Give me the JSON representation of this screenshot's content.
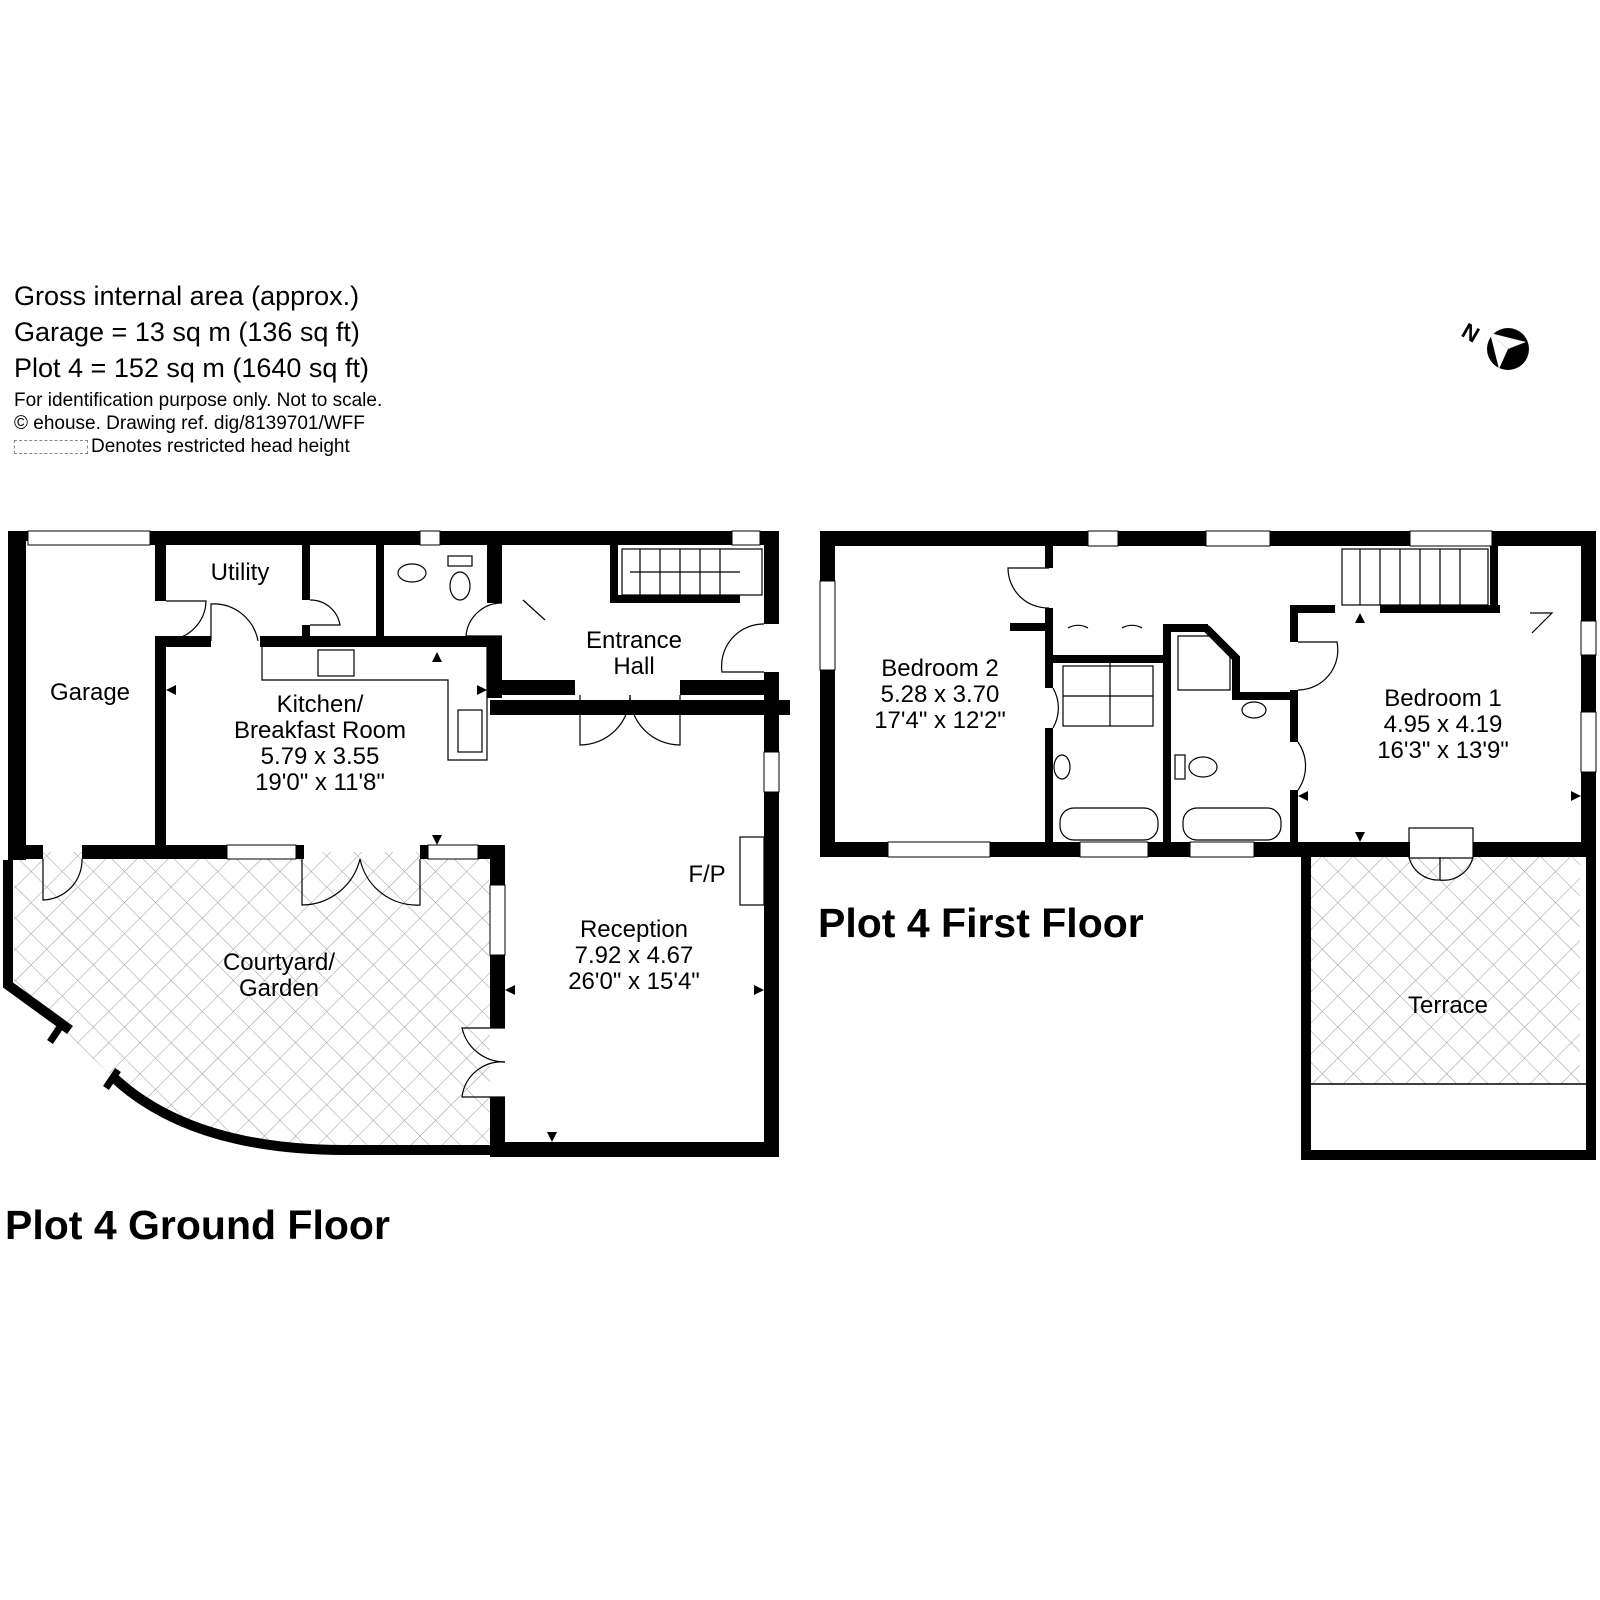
{
  "info": {
    "line1": "Gross internal area (approx.)",
    "line2": "Garage = 13 sq m (136 sq ft)",
    "line3": "Plot 4 = 152 sq m (1640 sq ft)",
    "line4": "For identification purpose only. Not to scale.",
    "line5": "© ehouse. Drawing ref. dig/8139701/WFF",
    "line6": "Denotes restricted head height"
  },
  "compass": {
    "label": "N"
  },
  "ground_floor": {
    "title": "Plot 4 Ground Floor",
    "rooms": {
      "utility": "Utility",
      "garage": "Garage",
      "kitchen": {
        "name1": "Kitchen/",
        "name2": "Breakfast Room",
        "metric": "5.79 x 3.55",
        "imperial": "19'0\" x 11'8\""
      },
      "entrance": {
        "name1": "Entrance",
        "name2": "Hall"
      },
      "reception": {
        "name": "Reception",
        "metric": "7.92 x 4.67",
        "imperial": "26'0\" x 15'4\""
      },
      "fireplace": "F/P",
      "courtyard": {
        "name1": "Courtyard/",
        "name2": "Garden"
      }
    }
  },
  "first_floor": {
    "title": "Plot 4 First Floor",
    "rooms": {
      "bedroom2": {
        "name": "Bedroom 2",
        "metric": "5.28 x 3.70",
        "imperial": "17'4\" x 12'2\""
      },
      "bedroom1": {
        "name": "Bedroom 1",
        "metric": "4.95 x 4.19",
        "imperial": "16'3\" x 13'9\""
      },
      "terrace": "Terrace"
    }
  }
}
